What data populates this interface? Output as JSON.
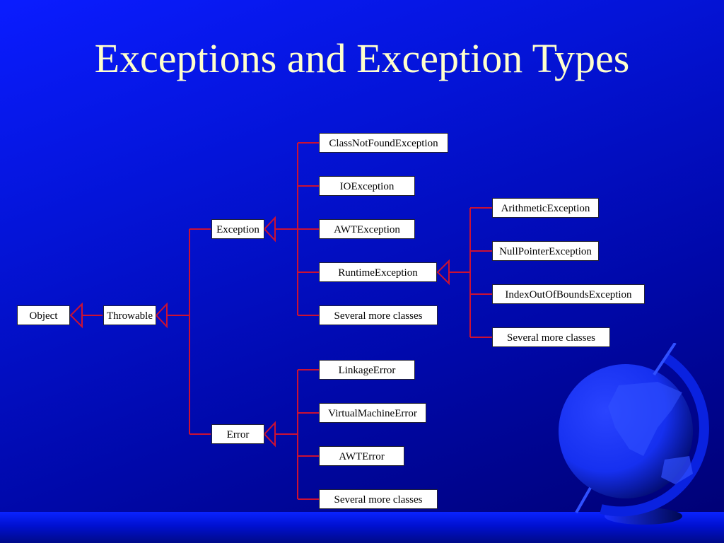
{
  "slide": {
    "title": "Exceptions and Exception Types",
    "colors": {
      "title": "#ffffcc",
      "lines": "#cc1133",
      "box": "#ffffff",
      "background": "#0010c8"
    }
  },
  "diagram": {
    "nodes": {
      "object": "Object",
      "throwable": "Throwable",
      "exception": "Exception",
      "error": "Error",
      "class_not_found": "ClassNotFoundException",
      "io_exception": "IOException",
      "awt_exception": "AWTException",
      "runtime_exception": "RuntimeException",
      "exception_more": "Several more classes",
      "arithmetic": "ArithmeticException",
      "null_pointer": "NullPointerException",
      "index_out_of_bounds": "IndexOutOfBoundsException",
      "runtime_more": "Several more classes",
      "linkage_error": "LinkageError",
      "vm_error": "VirtualMachineError",
      "awt_error": "AWTError",
      "error_more": "Several more classes"
    },
    "edges": [
      [
        "Throwable",
        "Object"
      ],
      [
        "Exception",
        "Throwable"
      ],
      [
        "Error",
        "Throwable"
      ],
      [
        "ClassNotFoundException",
        "Exception"
      ],
      [
        "IOException",
        "Exception"
      ],
      [
        "AWTException",
        "Exception"
      ],
      [
        "RuntimeException",
        "Exception"
      ],
      [
        "Several more classes",
        "Exception"
      ],
      [
        "ArithmeticException",
        "RuntimeException"
      ],
      [
        "NullPointerException",
        "RuntimeException"
      ],
      [
        "IndexOutOfBoundsException",
        "RuntimeException"
      ],
      [
        "Several more classes",
        "RuntimeException"
      ],
      [
        "LinkageError",
        "Error"
      ],
      [
        "VirtualMachineError",
        "Error"
      ],
      [
        "AWTError",
        "Error"
      ],
      [
        "Several more classes",
        "Error"
      ]
    ]
  },
  "decoration": {
    "globe_icon": "globe-icon"
  }
}
